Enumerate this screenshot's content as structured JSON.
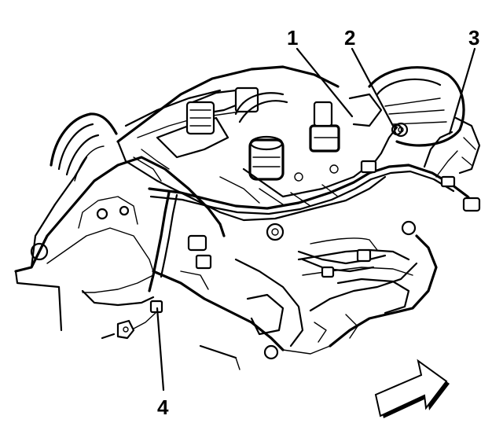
{
  "callouts": [
    {
      "id": "1",
      "label": "1"
    },
    {
      "id": "2",
      "label": "2"
    },
    {
      "id": "3",
      "label": "3"
    },
    {
      "id": "4",
      "label": "4"
    }
  ],
  "colors": {
    "line": "#000000",
    "background": "#ffffff"
  },
  "icons": {
    "direction": "front-arrow-icon"
  }
}
